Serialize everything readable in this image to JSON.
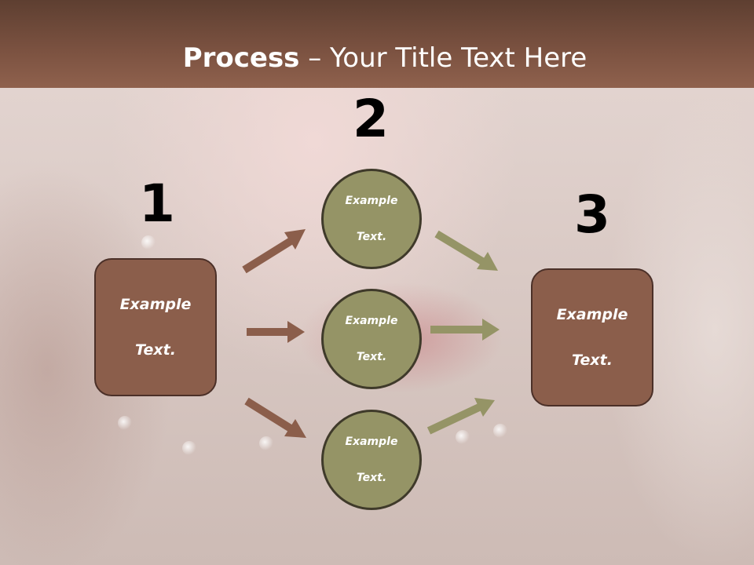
{
  "slide": {
    "title_bold": "Process",
    "title_rest": " – Your Title Text Here",
    "steps": {
      "one": "1",
      "two": "2",
      "three": "3"
    },
    "nodes": {
      "left_box": {
        "line1": "Example",
        "line2": "Text."
      },
      "circle_top": {
        "line1": "Example",
        "line2": "Text."
      },
      "circle_middle": {
        "line1": "Example",
        "line2": "Text."
      },
      "circle_bottom": {
        "line1": "Example",
        "line2": "Text."
      },
      "right_box": {
        "line1": "Example",
        "line2": "Text."
      }
    },
    "colors": {
      "header": "#7a5140",
      "box_fill": "#8b5e4b",
      "circle_fill": "#959466",
      "arrow_brown": "#8b5e4b",
      "arrow_olive": "#959466"
    }
  }
}
